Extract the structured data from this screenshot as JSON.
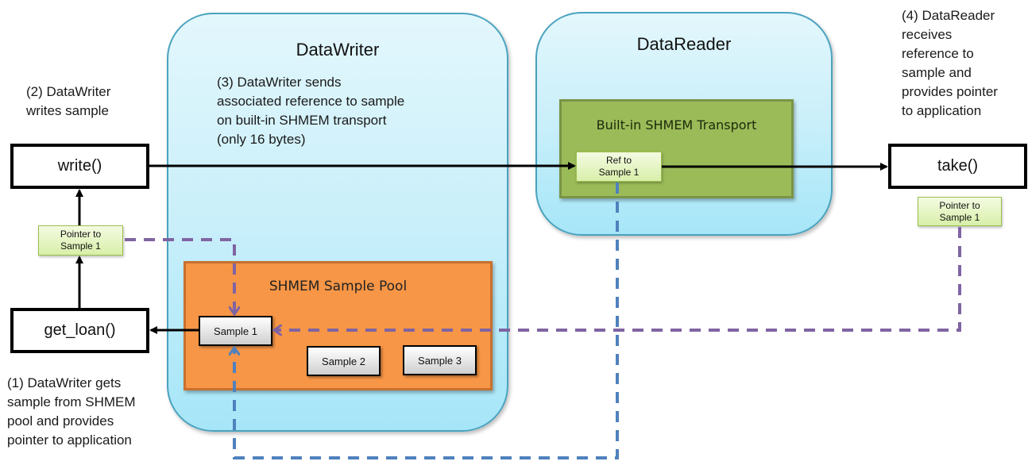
{
  "containers": {
    "datawriter": {
      "title": "DataWriter"
    },
    "datareader": {
      "title": "DataReader"
    }
  },
  "notes": {
    "step1": [
      "(1) DataWriter gets",
      "sample from SHMEM",
      "pool and provides",
      "pointer to application"
    ],
    "step2": [
      "(2) DataWriter",
      "writes sample"
    ],
    "step3": [
      "(3) DataWriter sends",
      "associated reference to sample",
      "on built-in SHMEM transport",
      "(only 16 bytes)"
    ],
    "step4": [
      "(4) DataReader",
      "receives",
      "reference to",
      "sample and",
      "provides pointer",
      "to application"
    ]
  },
  "functions": {
    "write": "write()",
    "get_loan": "get_loan()",
    "take": "take()"
  },
  "pool": {
    "title": "SHMEM Sample Pool",
    "samples": [
      "Sample 1",
      "Sample 2",
      "Sample 3"
    ]
  },
  "transport": {
    "title": "Built-in SHMEM Transport",
    "ref": [
      "Ref to",
      "Sample 1"
    ]
  },
  "pointers": {
    "writer_pointer": [
      "Pointer to",
      "Sample 1"
    ],
    "reader_pointer": [
      "Pointer to",
      "Sample 1"
    ]
  },
  "colors": {
    "container_border": "#4aa3bf",
    "pool_fill": "#f79646",
    "transport_fill": "#9bbb59",
    "dash_purple": "#8064a2",
    "dash_blue": "#4f81bd"
  }
}
